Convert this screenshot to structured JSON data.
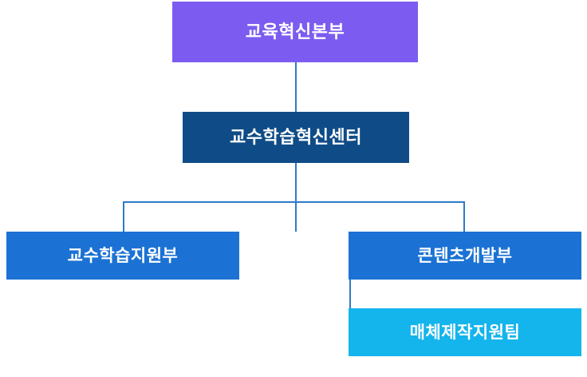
{
  "chart": {
    "type": "org-chart",
    "title": "",
    "background": "#ffffff",
    "connector_color": "#2f7bc4",
    "nodes": [
      {
        "id": "root",
        "label": "교육혁신본부",
        "level": 0,
        "color": "#7c5cf0",
        "text_color": "#ffffff"
      },
      {
        "id": "center",
        "label": "교수학습혁신센터",
        "level": 1,
        "color": "#0f4c87",
        "text_color": "#ffffff"
      },
      {
        "id": "support",
        "label": "교수학습지원부",
        "level": 2,
        "color": "#1b72d4",
        "text_color": "#ffffff"
      },
      {
        "id": "content",
        "label": "콘텐츠개발부",
        "level": 2,
        "color": "#1b72d4",
        "text_color": "#ffffff"
      },
      {
        "id": "media",
        "label": "매체제작지원팀",
        "level": 3,
        "color": "#14b4ec",
        "text_color": "#ffffff"
      }
    ],
    "edges": [
      {
        "from": "root",
        "to": "center"
      },
      {
        "from": "center",
        "to": "support"
      },
      {
        "from": "center",
        "to": "content"
      },
      {
        "from": "content",
        "to": "media"
      }
    ]
  }
}
